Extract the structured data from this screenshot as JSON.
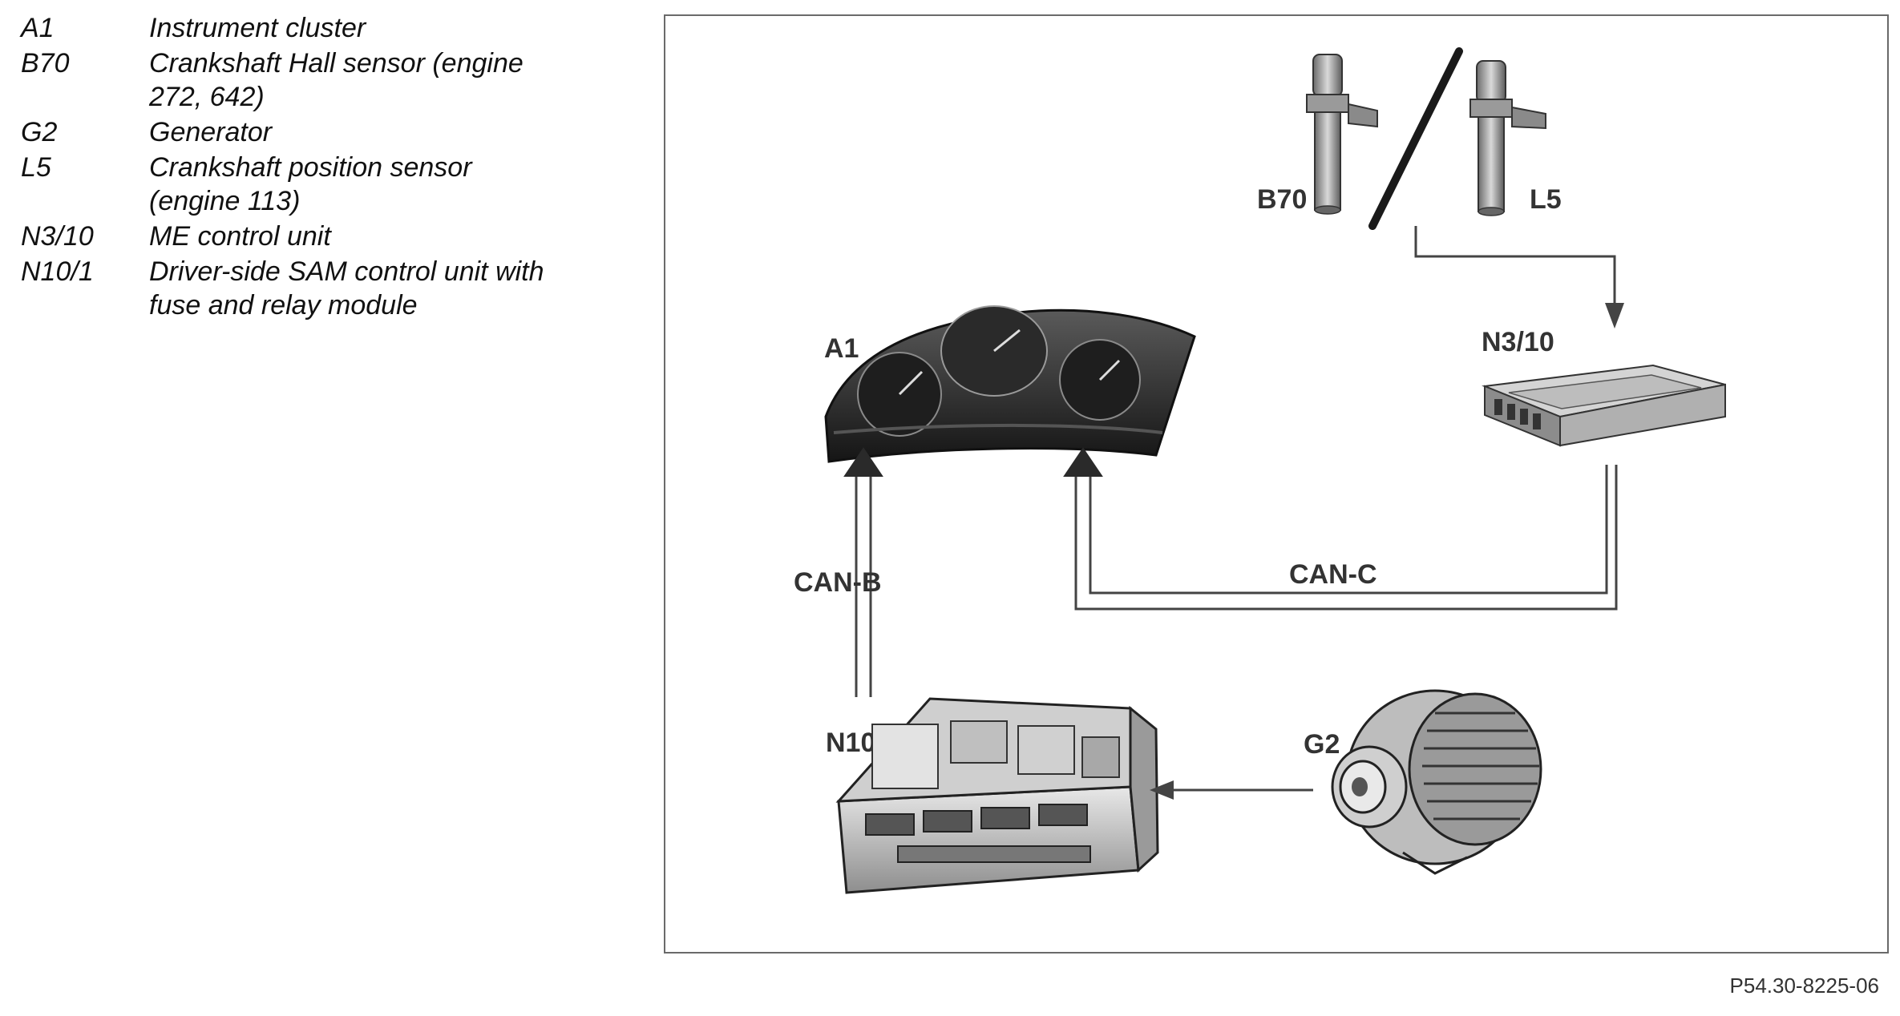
{
  "legend": [
    {
      "code": "A1",
      "lines": [
        "Instrument cluster"
      ]
    },
    {
      "code": "B70",
      "lines": [
        "Crankshaft Hall sensor (engine",
        "272, 642)"
      ]
    },
    {
      "code": "G2",
      "lines": [
        "Generator"
      ]
    },
    {
      "code": "L5",
      "lines": [
        "Crankshaft position sensor",
        "(engine 113)"
      ]
    },
    {
      "code": "N3/10",
      "lines": [
        "ME control unit"
      ]
    },
    {
      "code": "N10/1",
      "lines": [
        "Driver-side SAM control unit with",
        "fuse and relay module"
      ]
    }
  ],
  "diagram": {
    "labels": {
      "a1": "A1",
      "b70": "B70",
      "l5": "L5",
      "n3_10": "N3/10",
      "n10_1": "N10/1",
      "g2": "G2"
    },
    "buses": {
      "can_b": "CAN-B",
      "can_c": "CAN-C"
    }
  },
  "figure_id": "P54.30-8225-06"
}
